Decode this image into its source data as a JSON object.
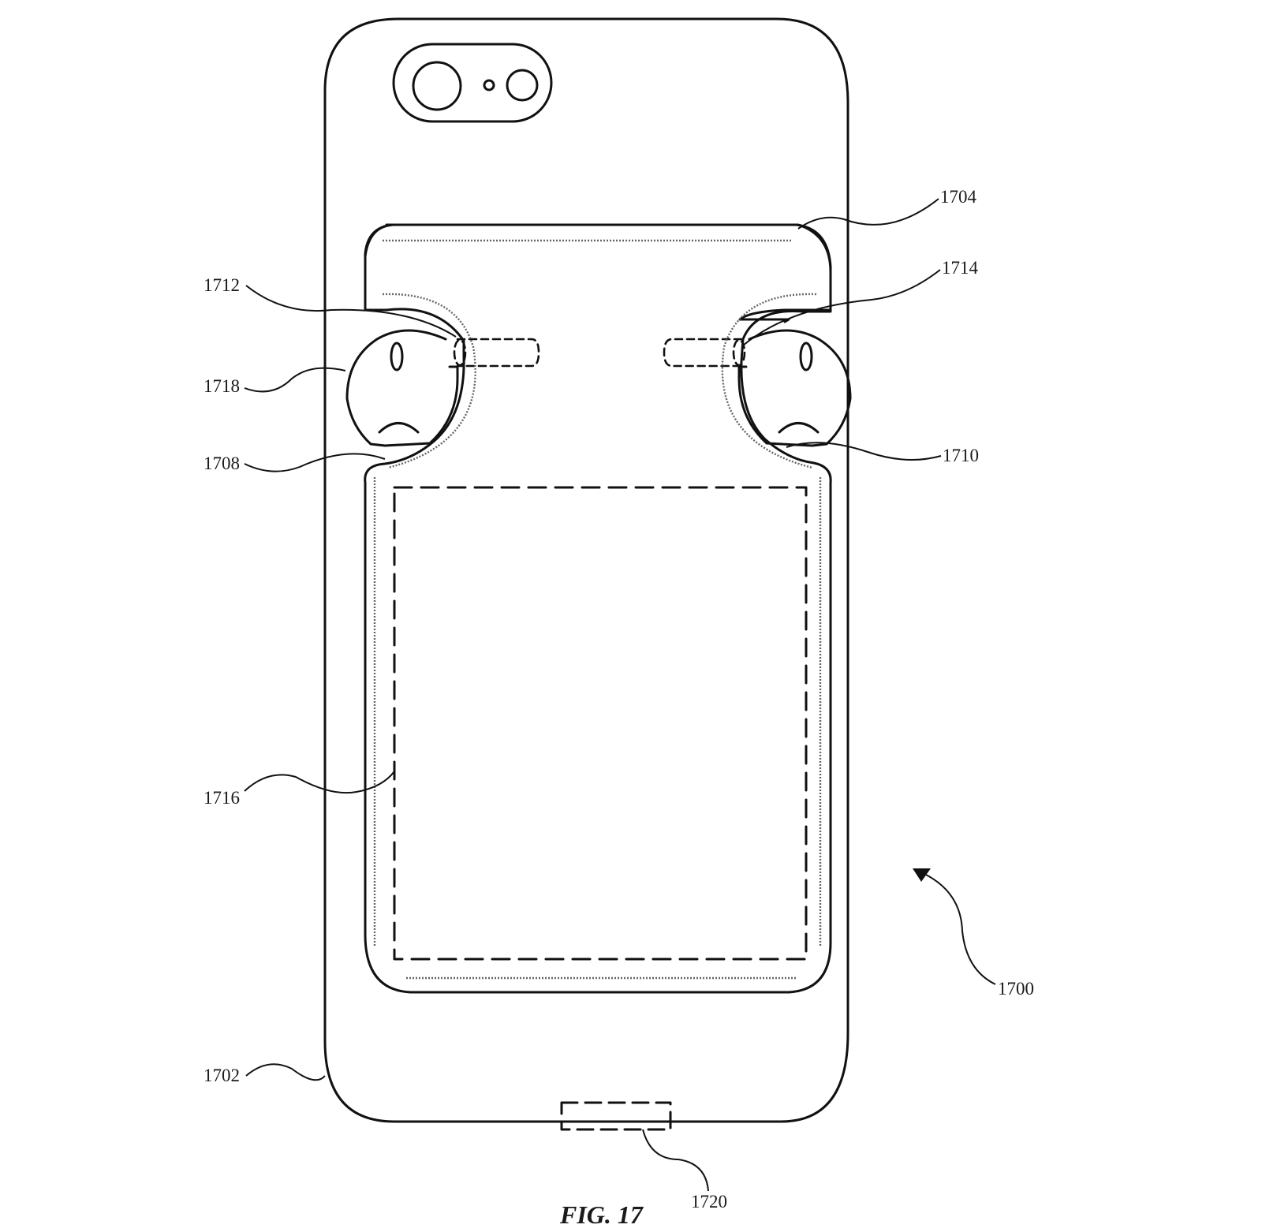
{
  "figure": {
    "caption": "FIG. 17",
    "stroke_color": "#111111",
    "background": "#ffffff"
  },
  "labels": {
    "l1700": "1700",
    "l1702": "1702",
    "l1704": "1704",
    "l1708": "1708",
    "l1710": "1710",
    "l1712": "1712",
    "l1714": "1714",
    "l1716": "1716",
    "l1718": "1718",
    "l1720": "1720"
  },
  "components": {
    "case_body": "1702",
    "top_cover": "1704",
    "left_earbud_recess": "1708",
    "right_earbud_recess": "1710",
    "left_charging_contact": "1712",
    "right_charging_contact": "1714",
    "battery_region": "1716",
    "earbud": "1718",
    "connector_port": "1720",
    "device_case_assembly": "1700"
  }
}
